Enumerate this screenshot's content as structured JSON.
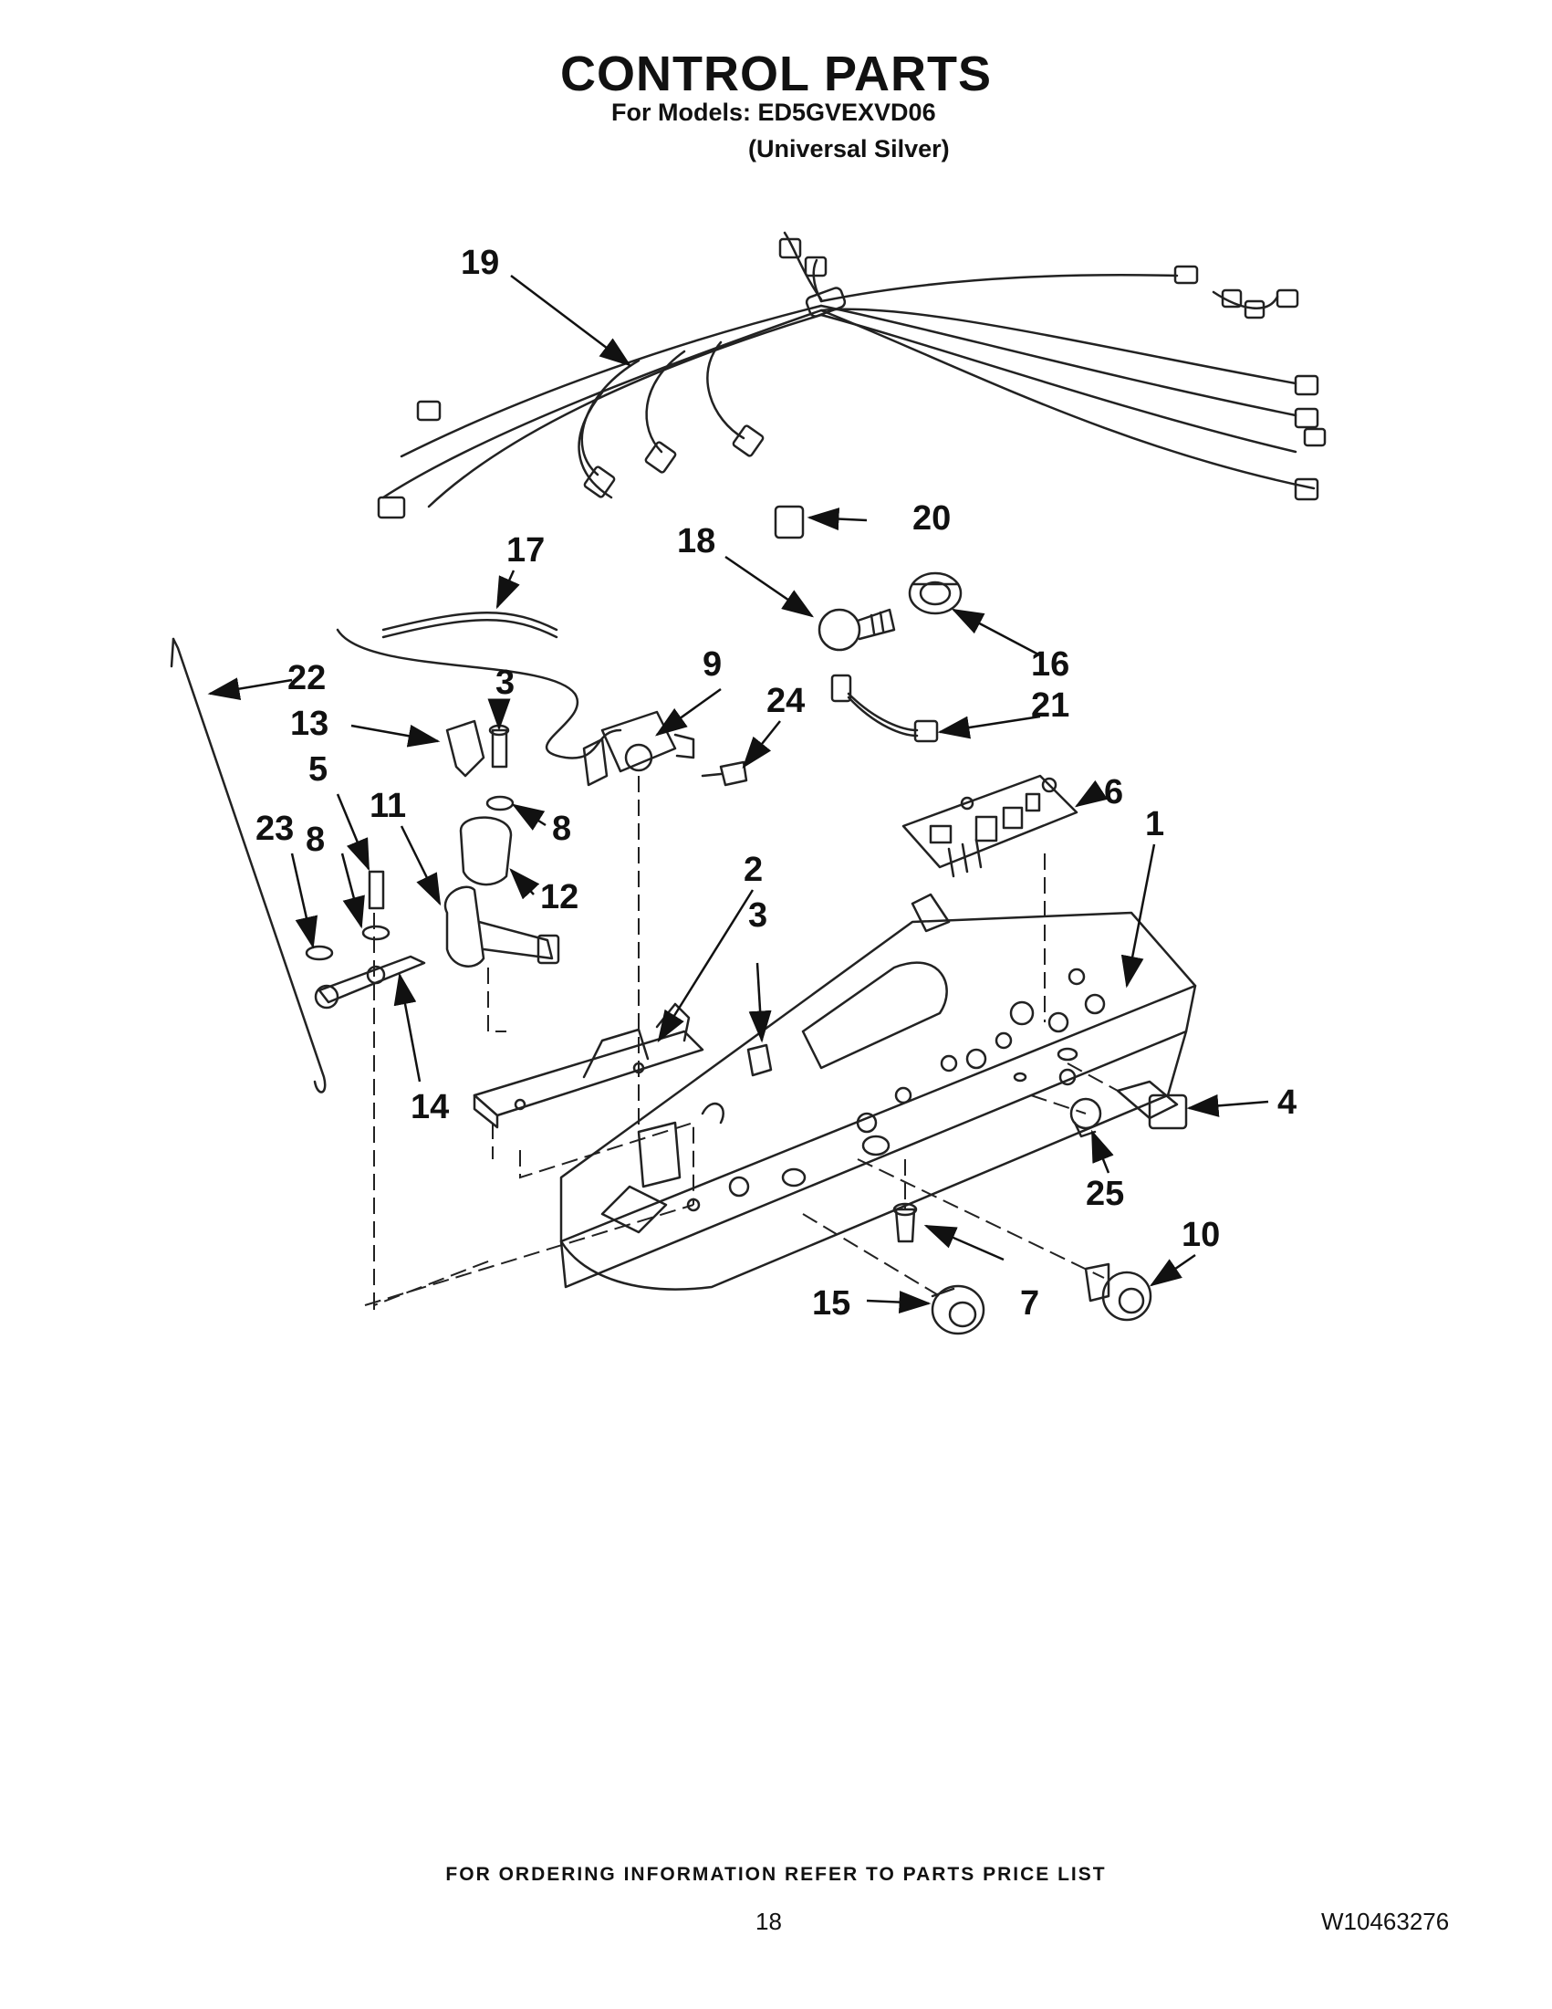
{
  "header": {
    "title": "CONTROL PARTS",
    "models_line": "For Models: ED5GVEXVD06",
    "variant_line": "(Universal Silver)"
  },
  "callouts": [
    "1",
    "2",
    "3",
    "3",
    "4",
    "5",
    "6",
    "7",
    "8",
    "8",
    "9",
    "10",
    "11",
    "12",
    "13",
    "14",
    "15",
    "16",
    "17",
    "18",
    "19",
    "20",
    "21",
    "22",
    "23",
    "24",
    "25"
  ],
  "footer": {
    "ordering_note": "FOR ORDERING INFORMATION REFER TO PARTS PRICE LIST",
    "page_number": "18",
    "document_number": "W10463276"
  }
}
